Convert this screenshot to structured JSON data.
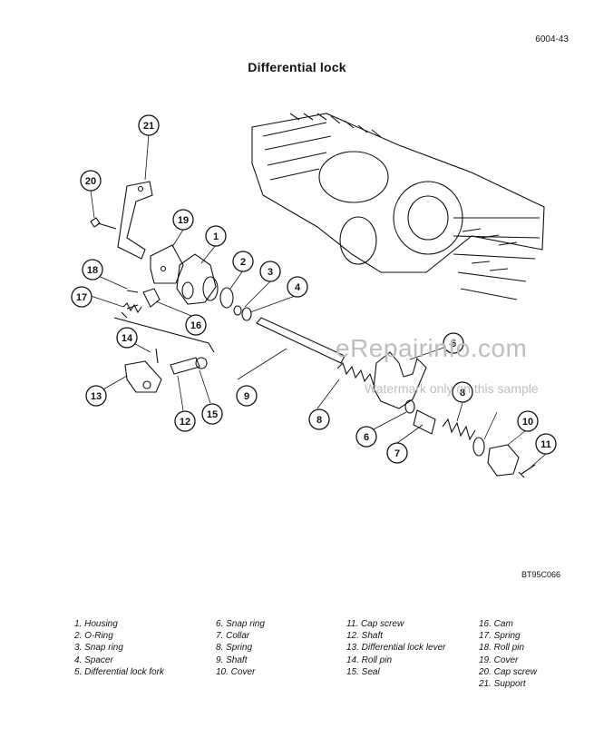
{
  "page_number": "6004-43",
  "title": "Differential lock",
  "watermark": "eRepairinfo.com",
  "watermark_sub": "Watermark only on this sample",
  "figure_code": "BT95C066",
  "callouts": [
    "1",
    "2",
    "3",
    "4",
    "5",
    "6",
    "7",
    "8",
    "9",
    "10",
    "11",
    "12",
    "13",
    "14",
    "15",
    "16",
    "17",
    "18",
    "19",
    "20",
    "21"
  ],
  "legend": [
    [
      "1. Housing",
      "2. O-Ring",
      "3. Snap ring",
      "4. Spacer",
      "5. Differential lock fork"
    ],
    [
      "6. Snap ring",
      "7. Collar",
      "8. Spring",
      "9. Shaft",
      "10. Cover"
    ],
    [
      "11. Cap screw",
      "12. Shaft",
      "13. Differential lock lever",
      "14. Roll pin",
      "15. Seal"
    ],
    [
      "16. Cam",
      "17. Spring",
      "18. Roll pin",
      "19. Cover",
      "20. Cap screw",
      "21. Support"
    ]
  ]
}
